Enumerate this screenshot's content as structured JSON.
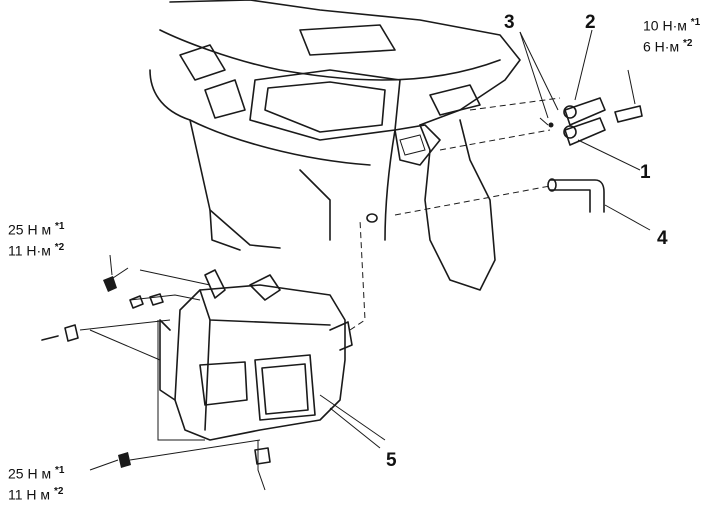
{
  "callouts": {
    "c1": "1",
    "c2": "2",
    "c3": "3",
    "c4": "4",
    "c5": "5"
  },
  "torque_top_right": {
    "line1_value": "10 Н·м",
    "line1_mark": "*1",
    "line2_value": "6 Н·м",
    "line2_mark": "*2"
  },
  "torque_mid_left": {
    "line1_value": "25 Н м",
    "line1_mark": "*1",
    "line2_value": "11 Н·м",
    "line2_mark": "*2"
  },
  "torque_bottom_left": {
    "line1_value": "25 Н м",
    "line1_mark": "*1",
    "line2_value": "11 Н м",
    "line2_mark": "*2"
  }
}
